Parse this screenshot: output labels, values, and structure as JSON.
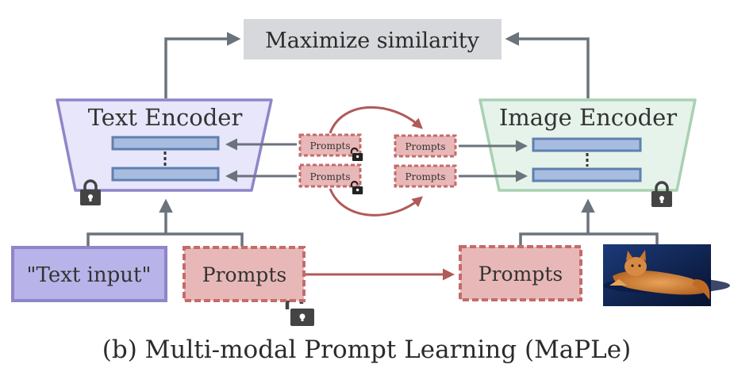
{
  "title": "Maximize similarity",
  "text_encoder": {
    "label": "Text Encoder"
  },
  "image_encoder": {
    "label": "Image Encoder"
  },
  "small_prompts": {
    "text_top": "Prompts",
    "text_bottom": "Prompts",
    "image_top": "Prompts",
    "image_bottom": "Prompts"
  },
  "inputs": {
    "text_input": "\"Text input\"",
    "text_prompts": "Prompts",
    "image_prompts": "Prompts"
  },
  "caption": "(b) Multi-modal Prompt Learning (MaPLe)",
  "icons": [
    "lock-icon",
    "unlock-icon",
    "cat-photo"
  ],
  "colors": {
    "text_encoder_fill": "#e7e6fb",
    "text_encoder_border": "#8e86c8",
    "image_encoder_fill": "#e6f3ea",
    "image_encoder_border": "#a9d1b3",
    "prompt_fill": "#e8b8b8",
    "prompt_border": "#c46b6b",
    "layer_fill": "#a8bce0",
    "layer_border": "#5f80b0",
    "arrow_gray": "#6b737c",
    "arrow_red": "#b05a5a",
    "title_box": "#d7d8dc",
    "text_input_fill": "#b8b3e8"
  }
}
